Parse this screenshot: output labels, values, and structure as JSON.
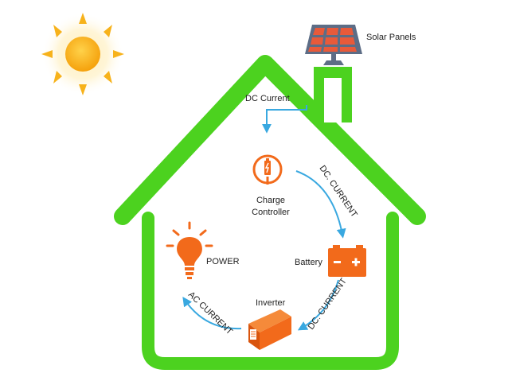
{
  "labels": {
    "solar_panels": "Solar Panels",
    "dc_current_top": "DC Current",
    "dc_current_right_upper": "DC. CURRENT",
    "charge_controller_line1": "Charge",
    "charge_controller_line2": "Controller",
    "battery": "Battery",
    "power": "POWER",
    "inverter": "Inverter",
    "ac_current": "AC CURRENT",
    "dc_current_right_lower": "DC. CURRENT"
  },
  "colors": {
    "house": "#4cd21f",
    "flow": "#39a8e0",
    "component": "#f26a1b",
    "sun": "#f7b21b",
    "panel_frame": "#5d6d86",
    "panel_cell": "#e85a3a"
  },
  "icons": [
    "sun-icon",
    "solar-panel-icon",
    "charge-controller-icon",
    "battery-icon",
    "light-bulb-icon",
    "inverter-icon"
  ]
}
